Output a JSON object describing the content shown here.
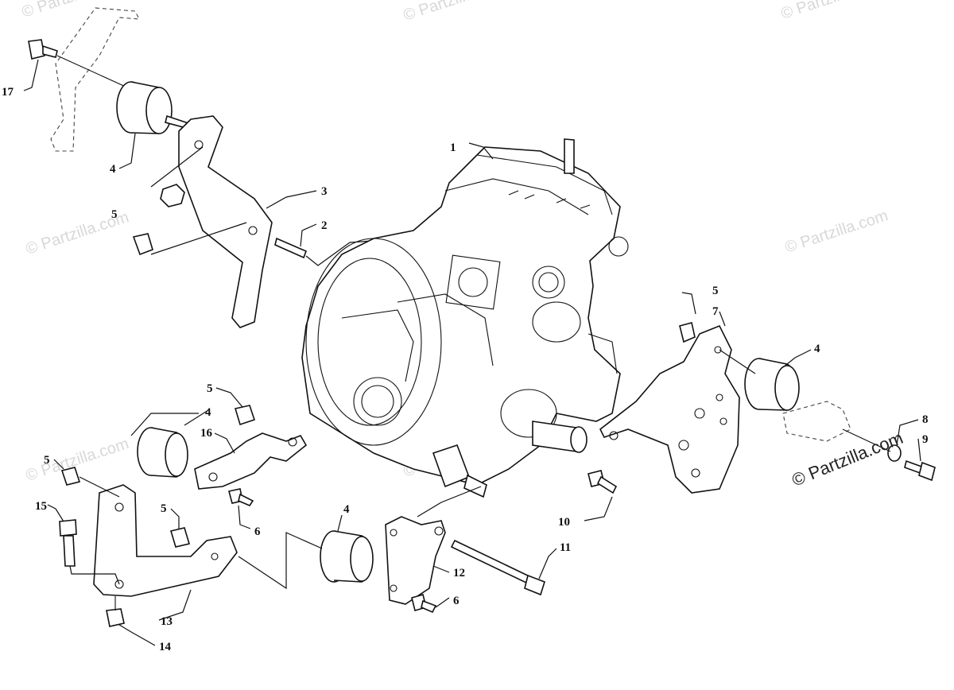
{
  "callouts": {
    "c1": "1",
    "c2": "2",
    "c3": "3",
    "c4a": "4",
    "c4b": "4",
    "c4c": "4",
    "c4d": "4",
    "c5a": "5",
    "c5b": "5",
    "c5c": "5",
    "c5d": "5",
    "c5e": "5",
    "c6a": "6",
    "c6b": "6",
    "c7": "7",
    "c8": "8",
    "c9": "9",
    "c10": "10",
    "c11": "11",
    "c12": "12",
    "c13": "13",
    "c14": "14",
    "c15": "15",
    "c16": "16",
    "c17": "17"
  },
  "watermarks": {
    "light": "© Partzilla.com",
    "dark": "© Partzilla.com"
  },
  "colors": {
    "line": "#111111",
    "watermark_light": "#d8d8d8",
    "background": "#ffffff"
  }
}
